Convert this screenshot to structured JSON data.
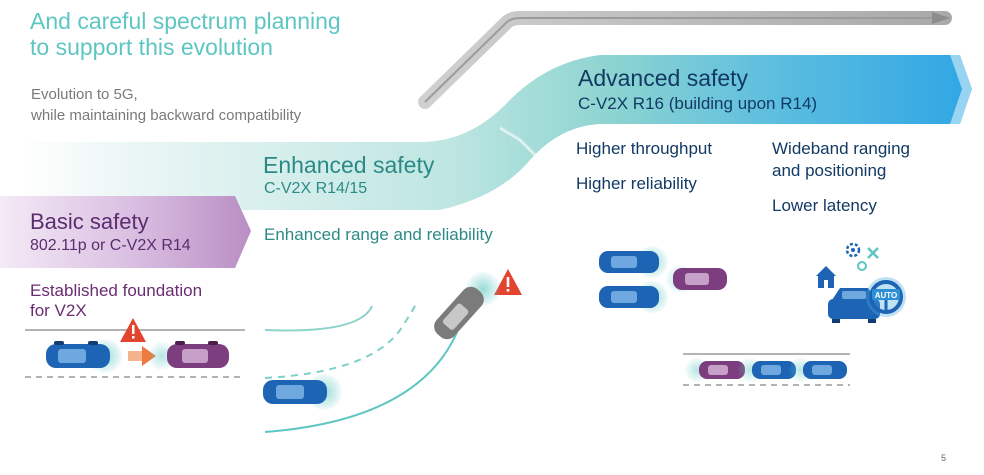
{
  "header": {
    "title_line1": "And careful spectrum planning",
    "title_line2": "to support this evolution",
    "subtitle_line1": "Evolution to 5G,",
    "subtitle_line2": "while maintaining backward compatibility"
  },
  "stages": {
    "basic": {
      "title": "Basic safety",
      "subtitle": "802.11p or C-V2X R14",
      "desc_line1": "Established foundation",
      "desc_line2": "for V2X"
    },
    "enhanced": {
      "title": "Enhanced safety",
      "subtitle": "C-V2X R14/15",
      "desc": "Enhanced range and reliability"
    },
    "advanced": {
      "title": "Advanced safety",
      "subtitle": "C-V2X R16 (building upon R14)",
      "features": [
        "Higher throughput",
        "Higher reliability",
        "Wideband ranging and positioning",
        "Lower latency"
      ],
      "auto_label": "AUTO"
    }
  },
  "footer": {
    "page_number": "5"
  },
  "colors": {
    "teal": "#5dc6c3",
    "purple": "#b98ec4",
    "blue": "#2f8fd4",
    "car_blue": "#1d64b5",
    "car_purple": "#7d3e80",
    "warning": "#e2442f"
  },
  "icons": [
    "warning-icon",
    "car-icon",
    "house-icon",
    "steering-wheel-icon",
    "gear-icon"
  ]
}
